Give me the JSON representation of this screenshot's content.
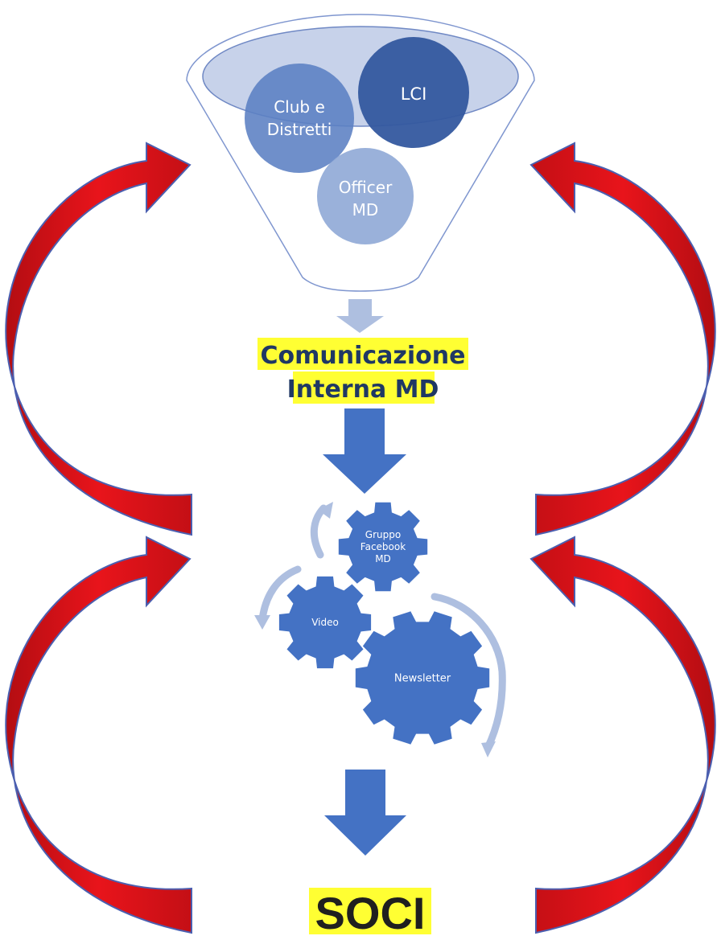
{
  "funnel": {
    "circles": [
      {
        "id": "lci",
        "label_lines": [
          "LCI"
        ]
      },
      {
        "id": "club",
        "label_lines": [
          "Club e",
          "Distretti"
        ]
      },
      {
        "id": "officer",
        "label_lines": [
          "Officer",
          "MD"
        ]
      }
    ]
  },
  "comunicazione": {
    "line1": "Comunicazione",
    "line2": "Interna MD"
  },
  "gears": [
    {
      "id": "facebook",
      "label_lines": [
        "Gruppo",
        "Facebook",
        "MD"
      ]
    },
    {
      "id": "video",
      "label_lines": [
        "Video"
      ]
    },
    {
      "id": "newsletter",
      "label_lines": [
        "Newsletter"
      ]
    }
  ],
  "soci": "SOCI",
  "colors": {
    "accent_red": "#e8141b",
    "arrow_blue": "#4472c4",
    "light_blue": "#aebfe0",
    "circle_dark": "#34589f",
    "circle_mid": "#5b7fc3",
    "circle_light": "#8fa8d6",
    "highlight": "#ffff33"
  }
}
